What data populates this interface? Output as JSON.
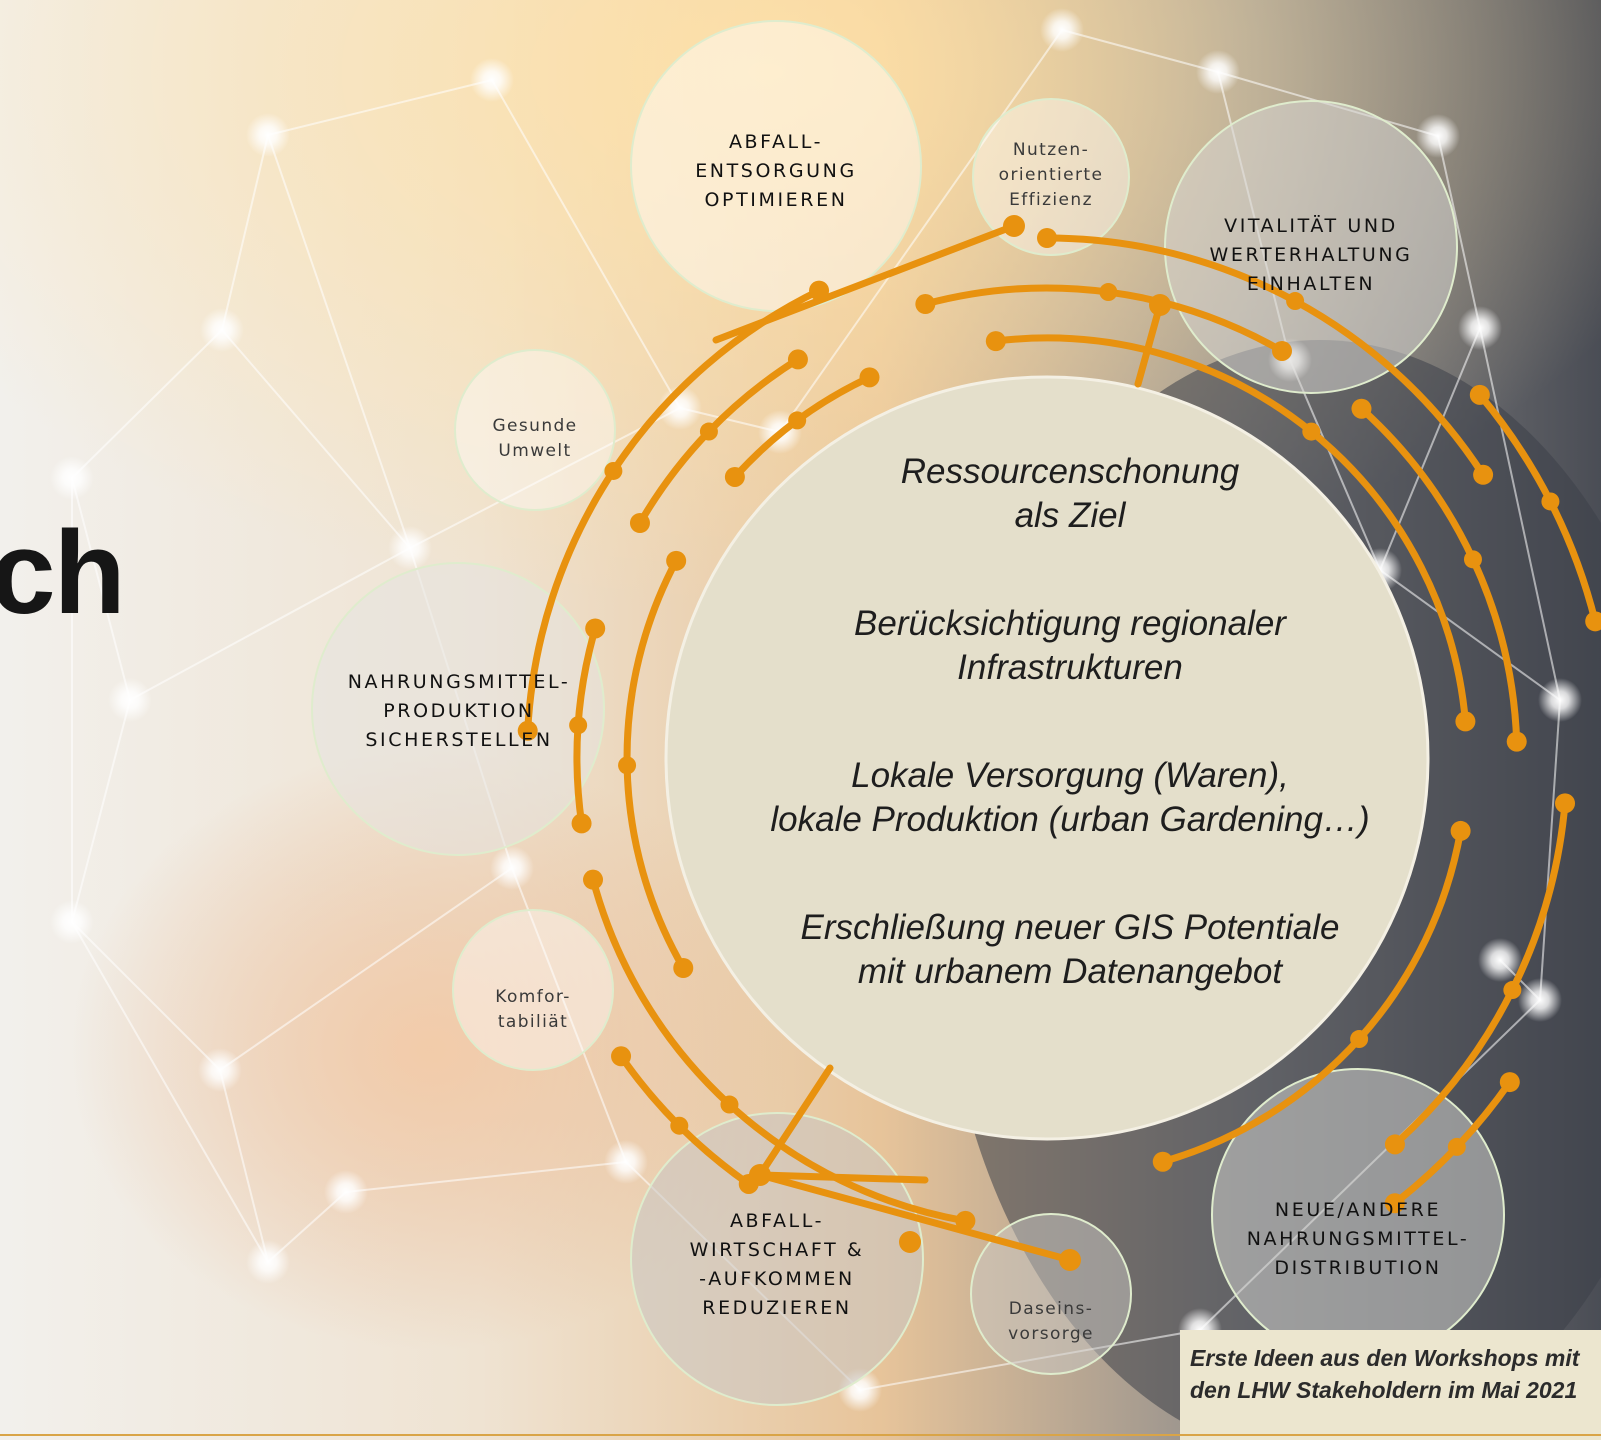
{
  "title_fragment": "ch",
  "center": {
    "lines": [
      "Ressourcenschonung\nals Ziel",
      "Berücksichtigung regionaler\nInfrastrukturen",
      "Lokale Versorgung (Waren),\nlokale Produktion (urban Gardening…)",
      "Erschließung neuer GIS Potentiale\nmit urbanem Datenangebot"
    ]
  },
  "bubbles": {
    "abfallentsorgung": "ABFALL-\nENTSORGUNG\nOPTIMIEREN",
    "nutzen": "Nutzen-\norientierte\nEffizienz",
    "vitalitaet": "VITALITÄT UND\nWERTERHALTUNG\nEINHALTEN",
    "gesunde": "Gesunde\nUmwelt",
    "nahrungsproduktion": "NAHRUNGSMITTEL-\nPRODUKTION\nSICHERSTELLEN",
    "komfort": "Komfor-\ntabiliät",
    "abfallwirtschaft": "ABFALL-\nWIRTSCHAFT &\n-AUFKOMMEN\nREDUZIEREN",
    "daseins": "Daseins-\nvorsorge",
    "distribution": "NEUE/ANDERE\nNAHRUNGSMITTEL-\nDISTRIBUTION"
  },
  "caption": "Erste Ideen aus den Workshops mit\nden LHW Stakeholdern im Mai 2021",
  "colors": {
    "accent": "#e8920f",
    "center_fill": "#e4dfcb",
    "caption_bg": "#ece6cf"
  }
}
